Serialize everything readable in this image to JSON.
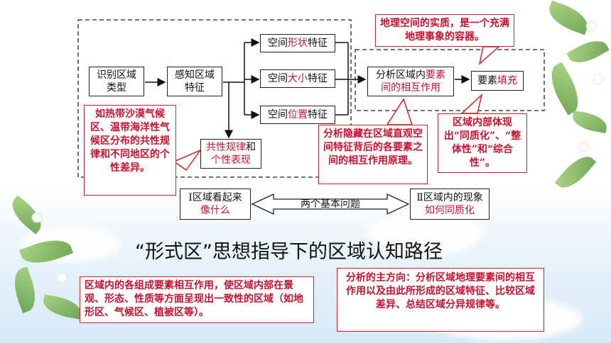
{
  "nodes": {
    "identify": "识别区域类型",
    "perceive": "感知区域特征",
    "shape": {
      "pre": "空间",
      "hl": "形状",
      "post": "特征"
    },
    "size": {
      "pre": "空间",
      "hl": "大小",
      "post": "特征"
    },
    "position": {
      "pre": "空间",
      "hl": "位置",
      "post": "特征"
    },
    "analyze": {
      "pre": "分析区域内",
      "hl": "要素间的相互作用"
    },
    "fill": {
      "pre": "要素",
      "hl": "填充"
    },
    "common": {
      "hl1": "共性规律",
      "mid": "和",
      "hl2": "个性表现"
    },
    "q1": {
      "pre": "Ⅰ区域看起来",
      "hl": "像什么"
    },
    "q2": {
      "pre": "Ⅱ区域内的现象",
      "hl": "如何同质化"
    },
    "arrow_label": "两个基本问题"
  },
  "callouts": {
    "space_essence": "地理空间的实质，是一个充满地理事象的容器。",
    "example": "如热带沙漠气候区、温带海洋性气候区分布的共性规律和不同地区的个性差异。",
    "hidden": "分析隐藏在区域直观空间特征背后的各要素之间的相互作用原理。",
    "homogeneity": "区域内部体现出“同质化”、“整体性”和“综合性”。",
    "interaction": "区域内的各组成要素相互作用，使区域内部在景观、形态、性质等方面呈现出一致性的区域（如地形区、气候区、植被区等）。",
    "direction": "分析的主方向：分析区域地理要素间的相互作用以及由此所形成的区域特征、比较区域差异、总结区域分异规律等。"
  },
  "title": "“形式区”思想指导下的区域认知路径"
}
